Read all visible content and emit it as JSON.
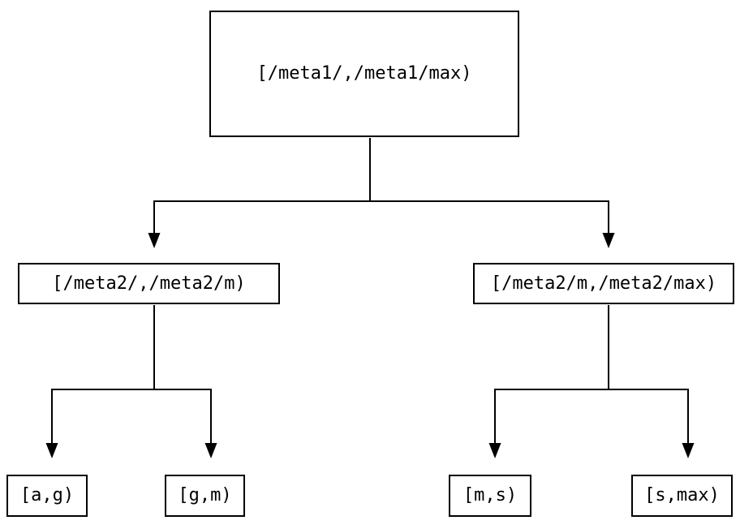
{
  "colors": {
    "line": "#000000",
    "background": "#ffffff",
    "box_fill": "#ffffff"
  },
  "diagram": {
    "type": "tree",
    "root": {
      "label": "[/meta1/,/meta1/max)",
      "children": [
        {
          "label": "[/meta2/,/meta2/m)",
          "children": [
            {
              "label": "[a,g)"
            },
            {
              "label": "[g,m)"
            }
          ]
        },
        {
          "label": "[/meta2/m,/meta2/max)",
          "children": [
            {
              "label": "[m,s)"
            },
            {
              "label": "[s,max)"
            }
          ]
        }
      ]
    }
  }
}
